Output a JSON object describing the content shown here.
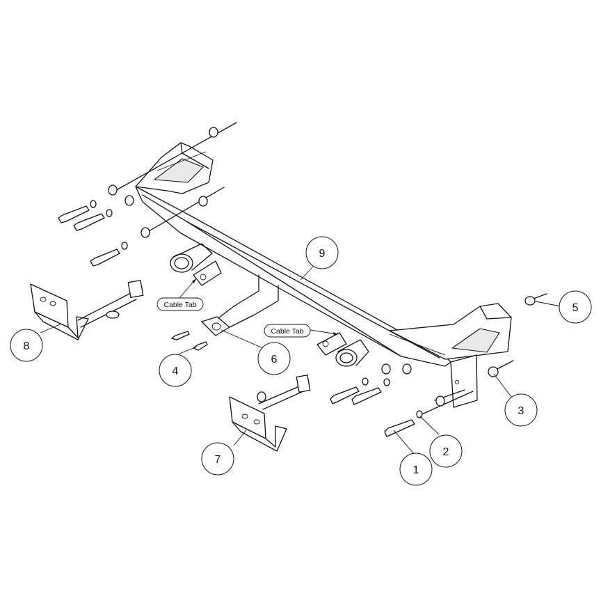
{
  "callouts": [
    {
      "label": "1"
    },
    {
      "label": "2"
    },
    {
      "label": "3"
    },
    {
      "label": "4"
    },
    {
      "label": "5"
    },
    {
      "label": "6"
    },
    {
      "label": "7"
    },
    {
      "label": "8"
    },
    {
      "label": "9"
    }
  ],
  "tags": {
    "cable_tab_left": "Cable Tab",
    "cable_tab_right": "Cable Tab"
  }
}
